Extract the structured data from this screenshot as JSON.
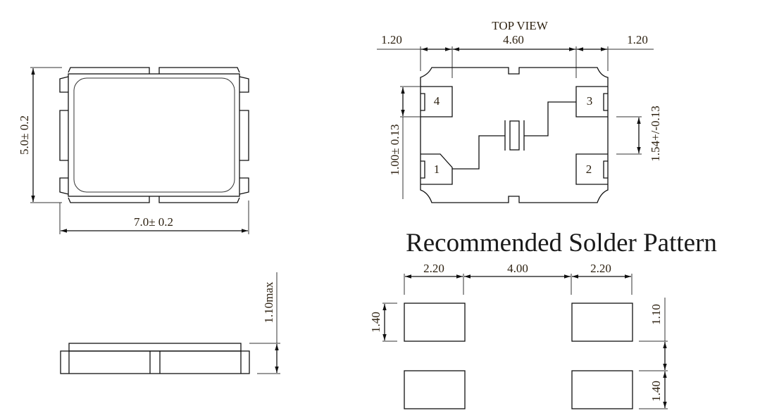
{
  "left_view": {
    "height_dim": "5.0± 0.2",
    "width_dim": "7.0± 0.2"
  },
  "side_view": {
    "height_dim": "1.10max"
  },
  "top_view": {
    "title": "TOP VIEW",
    "dim_left": "1.20",
    "dim_center": "4.60",
    "dim_right": "1.20",
    "dim_pad_pitch_left": "1.00± 0.13",
    "dim_pad_gap_right": "1.54+/-0.13",
    "pins": [
      "1",
      "2",
      "3",
      "4"
    ]
  },
  "solder_pattern": {
    "title": "Recommended Solder Pattern",
    "dim_pad_width_left": "2.20",
    "dim_gap": "4.00",
    "dim_pad_width_right": "2.20",
    "dim_pad_height_left": "1.40",
    "dim_gap_vertical": "1.10",
    "dim_pad_height_right": "1.40"
  },
  "colors": {
    "text": "#2e2212",
    "line": "#111111"
  }
}
